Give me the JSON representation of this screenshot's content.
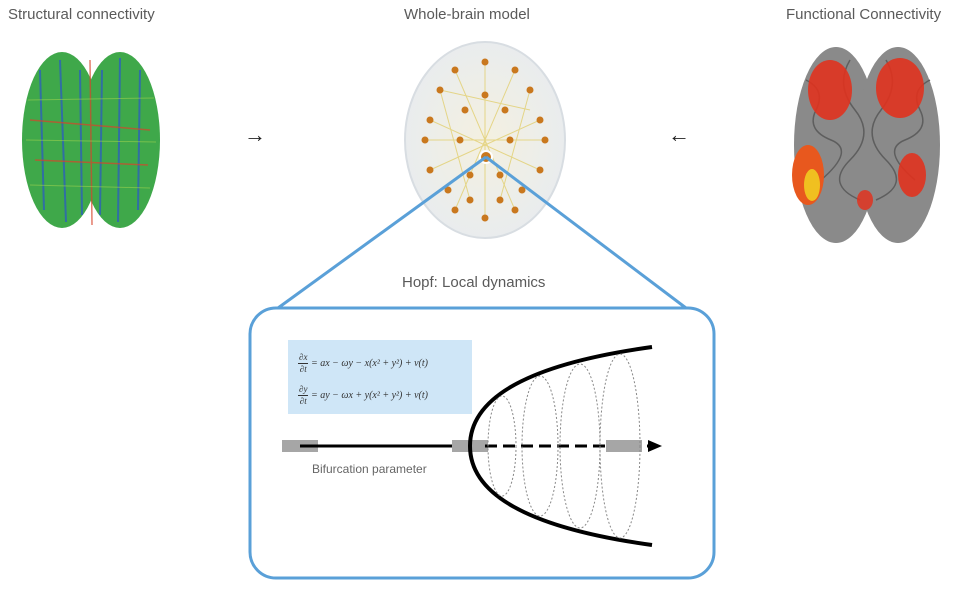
{
  "labels": {
    "structural": "Structural connectivity",
    "whole_brain": "Whole-brain model",
    "functional": "Functional Connectivity",
    "hopf": "Hopf: Local dynamics",
    "bifurcation": "Bifurcation parameter"
  },
  "arrows": {
    "right": "→",
    "left": "←"
  },
  "equations": {
    "eq1_num": "∂x",
    "eq1_den": "∂t",
    "eq1_rhs": "= ax − ωy − x(x² + y²) + ν(t)",
    "eq2_num": "∂y",
    "eq2_den": "∂t",
    "eq2_rhs": "= ay − ωx + y(x² + y²) + ν(t)"
  },
  "colors": {
    "frame_blue": "#5aa0d8",
    "eq_bg": "#cfe6f7",
    "node_orange": "#c9781e",
    "activation_red": "#e0321e"
  }
}
